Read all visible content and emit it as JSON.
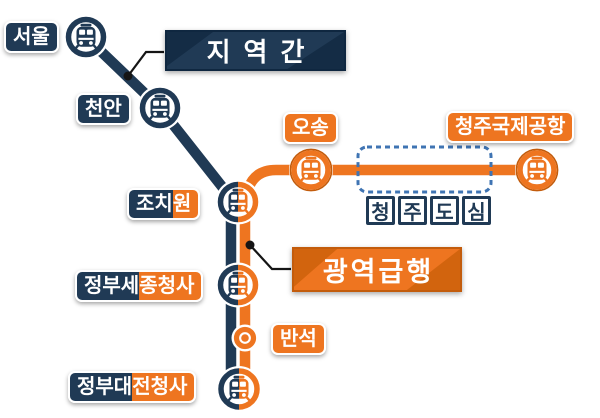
{
  "palette": {
    "navy": "#203a55",
    "navy_deep": "#142c45",
    "orange": "#ee7520",
    "orange_deep": "#c35c0c",
    "area_dash_blue": "#3f74b3",
    "callout_black": "#151515",
    "background": "#ffffff"
  },
  "legend": {
    "intercity": "지역간",
    "express": "광역급행"
  },
  "stations": {
    "seoul": {
      "name": "서울"
    },
    "cheonan": {
      "name": "천안"
    },
    "jochiwon": {
      "name_intercity_part": "조치",
      "name_express_part": "원"
    },
    "osong": {
      "name": "오송"
    },
    "cheongju_airport": {
      "name": "청주국제공항"
    },
    "govt_sejong": {
      "name_intercity_part": "정부세",
      "name_express_part": "종청사"
    },
    "banseok": {
      "name": "반석"
    },
    "govt_daejeon": {
      "name_intercity_part": "정부대",
      "name_express_part": "전청사"
    }
  },
  "area": {
    "chars": [
      "청",
      "주",
      "도",
      "심"
    ]
  }
}
